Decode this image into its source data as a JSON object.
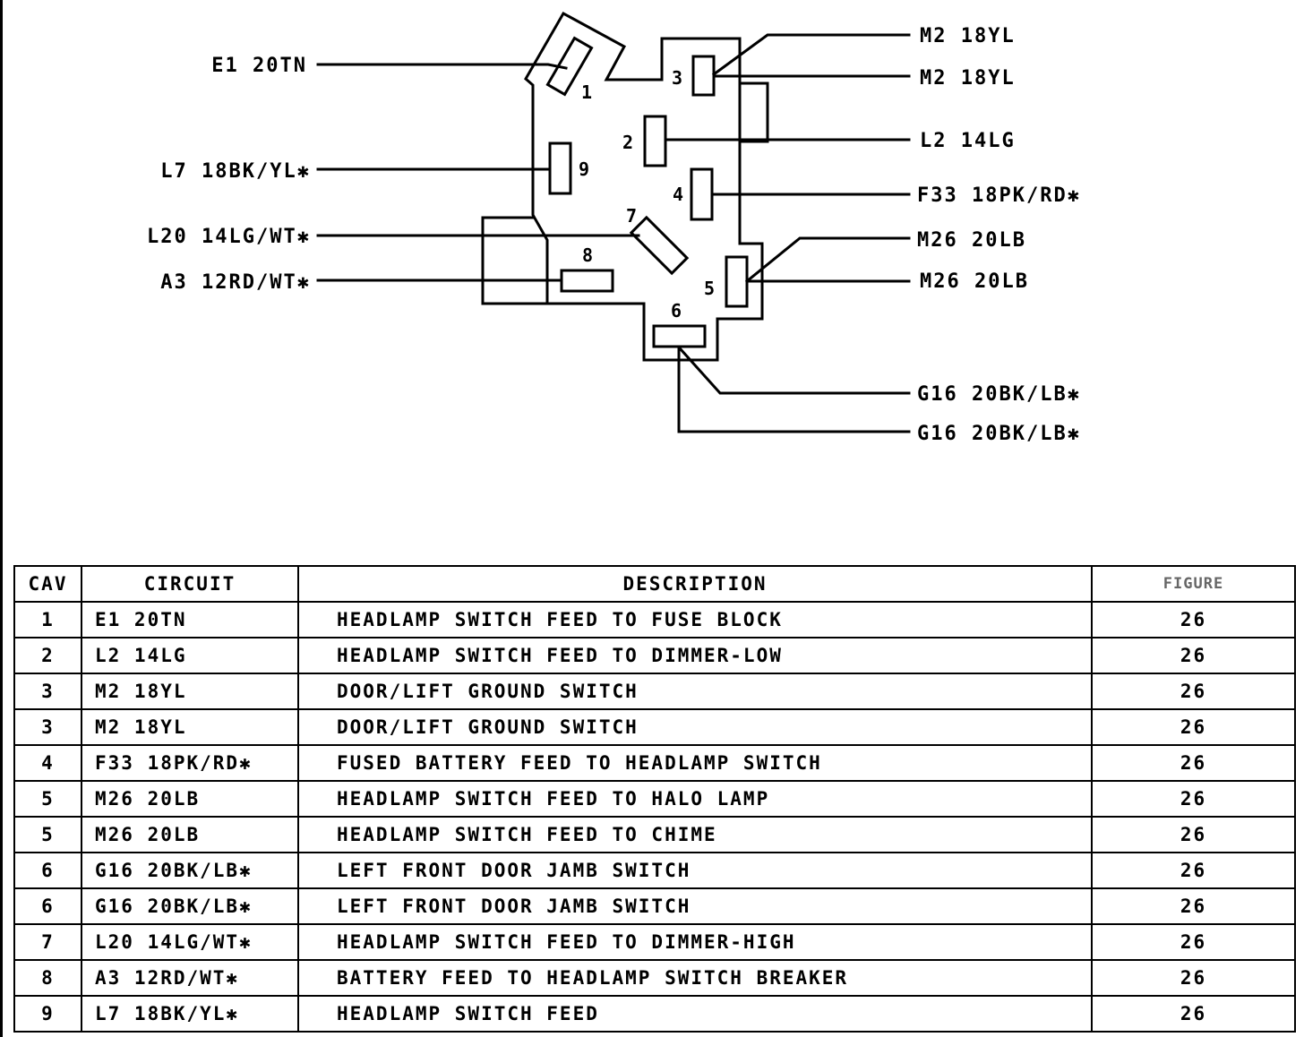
{
  "diagram": {
    "wire_labels": {
      "e1": "E1 20TN",
      "l7": "L7 18BK/YL✱",
      "l20": "L20 14LG/WT✱",
      "a3": "A3 12RD/WT✱",
      "m2_top": "M2 18YL",
      "m2_bottom": "M2 18YL",
      "l2": "L2 14LG",
      "f33": "F33 18PK/RD✱",
      "m26_top": "M26 20LB",
      "m26_bottom": "M26 20LB",
      "g16_top": "G16 20BK/LB✱",
      "g16_bottom": "G16 20BK/LB✱"
    },
    "cavity_numbers": {
      "c1": "1",
      "c2": "2",
      "c3": "3",
      "c4": "4",
      "c5": "5",
      "c6": "6",
      "c7": "7",
      "c8": "8",
      "c9": "9"
    }
  },
  "table": {
    "headers": {
      "cav": "CAV",
      "circuit": "CIRCUIT",
      "description": "DESCRIPTION",
      "figure": "FIGURE"
    },
    "rows": [
      {
        "cav": "1",
        "circuit": "E1 20TN",
        "description": "HEADLAMP SWITCH FEED TO FUSE BLOCK",
        "figure": "26"
      },
      {
        "cav": "2",
        "circuit": "L2 14LG",
        "description": "HEADLAMP SWITCH FEED TO DIMMER-LOW",
        "figure": "26"
      },
      {
        "cav": "3",
        "circuit": "M2 18YL",
        "description": "DOOR/LIFT GROUND SWITCH",
        "figure": "26"
      },
      {
        "cav": "3",
        "circuit": "M2 18YL",
        "description": "DOOR/LIFT GROUND SWITCH",
        "figure": "26"
      },
      {
        "cav": "4",
        "circuit": "F33 18PK/RD✱",
        "description": "FUSED BATTERY FEED TO HEADLAMP SWITCH",
        "figure": "26"
      },
      {
        "cav": "5",
        "circuit": "M26 20LB",
        "description": "HEADLAMP SWITCH FEED TO HALO LAMP",
        "figure": "26"
      },
      {
        "cav": "5",
        "circuit": "M26 20LB",
        "description": "HEADLAMP SWITCH FEED TO CHIME",
        "figure": "26"
      },
      {
        "cav": "6",
        "circuit": "G16 20BK/LB✱",
        "description": "LEFT FRONT DOOR JAMB SWITCH",
        "figure": "26"
      },
      {
        "cav": "6",
        "circuit": "G16 20BK/LB✱",
        "description": "LEFT FRONT DOOR JAMB SWITCH",
        "figure": "26"
      },
      {
        "cav": "7",
        "circuit": "L20 14LG/WT✱",
        "description": "HEADLAMP SWITCH FEED TO DIMMER-HIGH",
        "figure": "26"
      },
      {
        "cav": "8",
        "circuit": "A3 12RD/WT✱",
        "description": "BATTERY FEED TO HEADLAMP SWITCH BREAKER",
        "figure": "26"
      },
      {
        "cav": "9",
        "circuit": "L7 18BK/YL✱",
        "description": "HEADLAMP SWITCH FEED",
        "figure": "26"
      }
    ]
  }
}
